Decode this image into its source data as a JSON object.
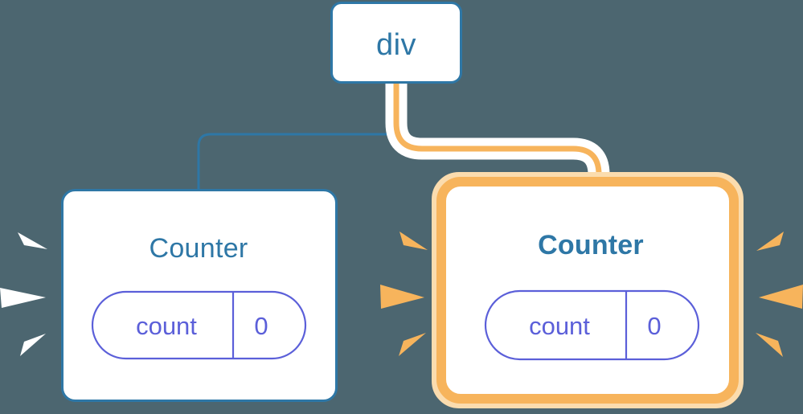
{
  "diagram": {
    "title": "React component tree re-render highlight",
    "background_color": "#4C6670",
    "colors": {
      "background": "#4C6670",
      "node_border_blue": "#2E77A6",
      "node_fill": "#FFFFFF",
      "text_blue": "#2E77A6",
      "prop_purple": "#5B5FD9",
      "highlight_orange": "#F7B45C",
      "highlight_orange_soft": "#FBDCAE",
      "edge_casing_white": "#FFFFFF",
      "spark_white": "#FFFFFF",
      "spark_orange": "#F7B45C"
    }
  },
  "nodes": {
    "root": {
      "id": "div-node",
      "label": "div",
      "highlighted": false
    },
    "left": {
      "id": "counter-node-left",
      "label": "Counter",
      "highlighted": false,
      "prop": {
        "name": "count",
        "value": "0"
      },
      "sparks": {
        "side": "left",
        "color": "spark-white",
        "count": 3
      }
    },
    "right": {
      "id": "counter-node-right",
      "label": "Counter",
      "highlighted": true,
      "prop": {
        "name": "count",
        "value": "0"
      },
      "sparks": {
        "sides": [
          "left",
          "right"
        ],
        "color": "spark-orange",
        "count": 6
      }
    }
  },
  "edges": [
    {
      "id": "edge-div-to-left-counter",
      "from": "div",
      "to": "Counter",
      "style": "thin-blue",
      "highlighted": false
    },
    {
      "id": "edge-div-to-right-counter",
      "from": "div",
      "to": "Counter",
      "style": "thick-orange-with-white-casing",
      "highlighted": true
    }
  ]
}
